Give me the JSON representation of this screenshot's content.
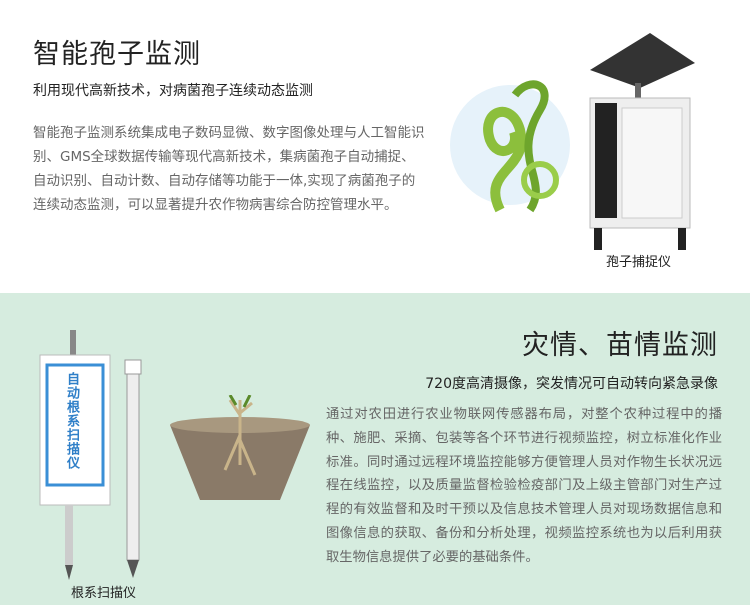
{
  "spore": {
    "title": "智能孢子监测",
    "subtitle": "利用现代高新技术，对病菌孢子连续动态监测",
    "body": "智能孢子监测系统集成电子数码显微、数字图像处理与人工智能识别、GMS全球数据传输等现代高新技术，集病菌孢子自动捕捉、自动识别、自动计数、自动存储等功能于一体,实现了病菌孢子的连续动态监测，可以显著提升农作物病害综合防控管理水平。",
    "device_caption": "孢子捕捉仪"
  },
  "disaster": {
    "title": "灾情、苗情监测",
    "subtitle": "720度高清摄像，突发情况可自动转向紧急录像",
    "body": "通过对农田进行农业物联网传感器布局，对整个农种过程中的播种、施肥、采摘、包装等各个环节进行视频监控，树立标准化作业标准。同时通过远程环境监控能够方便管理人员对作物生长状况远程在线监控，以及质量监督检验检疫部门及上级主管部门对生产过程的有效监督和及时干预以及信息技术管理人员对现场数据信息和图像信息的获取、备份和分析处理，视频监控系统也为以后利用获取生物信息提供了必要的基础条件。",
    "device_caption": "根系扫描仪",
    "device_label": "自动根系扫描仪"
  },
  "colors": {
    "bottom_bg": "#d6ecdf",
    "text_dark": "#222222",
    "text_body": "#666666"
  }
}
